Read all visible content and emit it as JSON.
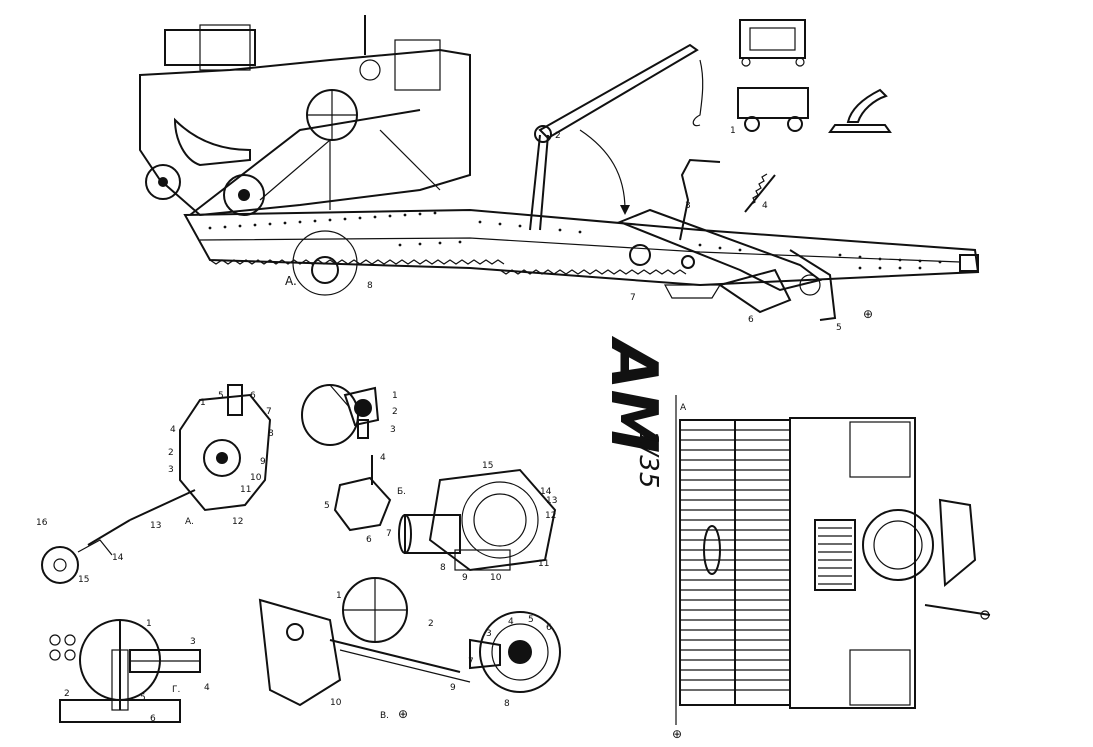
{
  "main_view": {
    "view_letter": "A.",
    "callouts": [
      "2",
      "3",
      "4",
      "5",
      "6",
      "7",
      "8"
    ],
    "mark": "⊕"
  },
  "crane_inset": {
    "callout": "1"
  },
  "logo": {
    "letters": "AM",
    "scale": "1/35"
  },
  "mechanism_a": {
    "view_letter": "A.",
    "callouts": [
      "1",
      "2",
      "3",
      "4",
      "5",
      "6",
      "7",
      "8",
      "9",
      "10",
      "11",
      "12",
      "13",
      "14",
      "15",
      "16"
    ]
  },
  "handwheel_b": {
    "callouts": [
      "1",
      "2",
      "3"
    ]
  },
  "gearbox_b": {
    "view_letter": "Б.",
    "callouts": [
      "4",
      "5",
      "6",
      "7",
      "8",
      "9",
      "10",
      "11",
      "12",
      "13",
      "14",
      "15"
    ]
  },
  "section_g": {
    "view_letter": "Г.",
    "callouts": [
      "1",
      "2",
      "3",
      "4",
      "5",
      "6"
    ]
  },
  "detail_v": {
    "view_letter": "В.",
    "callouts": [
      "1",
      "2",
      "3",
      "4",
      "5",
      "6",
      "7",
      "8",
      "9",
      "10"
    ],
    "mark": "⊕"
  },
  "plan_view": {
    "axis_letter": "A",
    "mark": "⊕"
  }
}
